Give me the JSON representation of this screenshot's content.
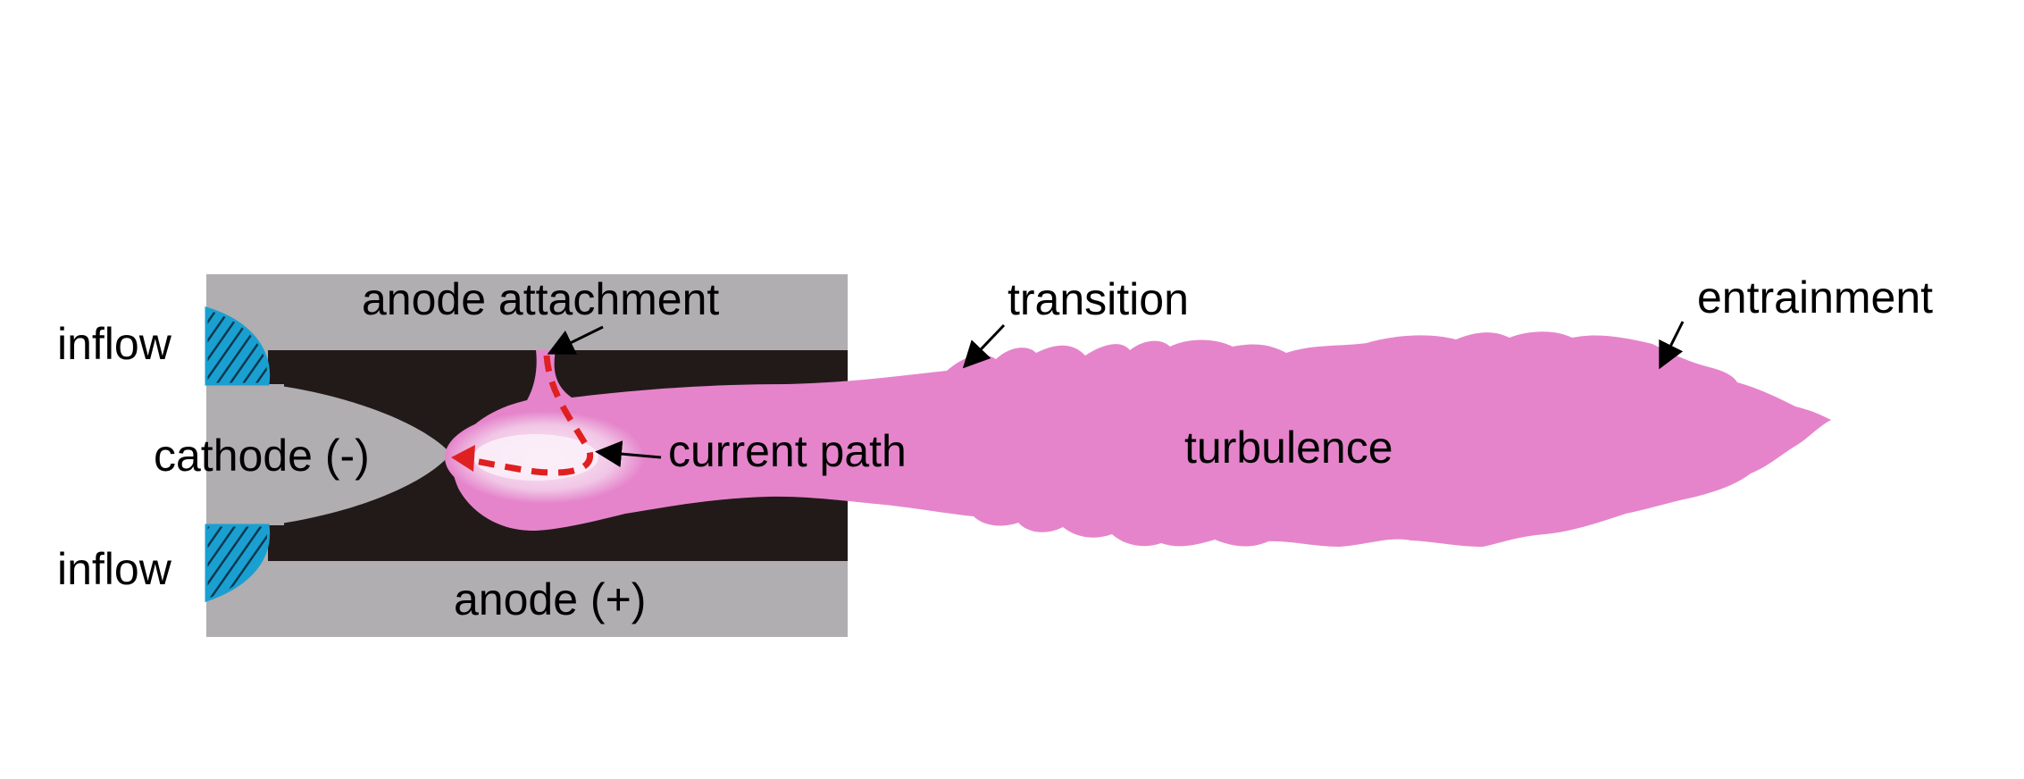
{
  "labels": {
    "inflow_top": "inflow",
    "inflow_bottom": "inflow",
    "cathode": "cathode (-)",
    "anode_attachment": "anode attachment",
    "current_path": "current path",
    "anode": "anode (+)",
    "transition": "transition",
    "turbulence": "turbulence",
    "entrainment": "entrainment"
  },
  "colors": {
    "plasma": "#e584cb",
    "plasma_core": "#f3d8ee",
    "anode_body": "#b0aeb0",
    "channel": "#221a19",
    "inflow": "#1aa0d0",
    "current_path": "#e02020",
    "arrow": "#000000"
  }
}
